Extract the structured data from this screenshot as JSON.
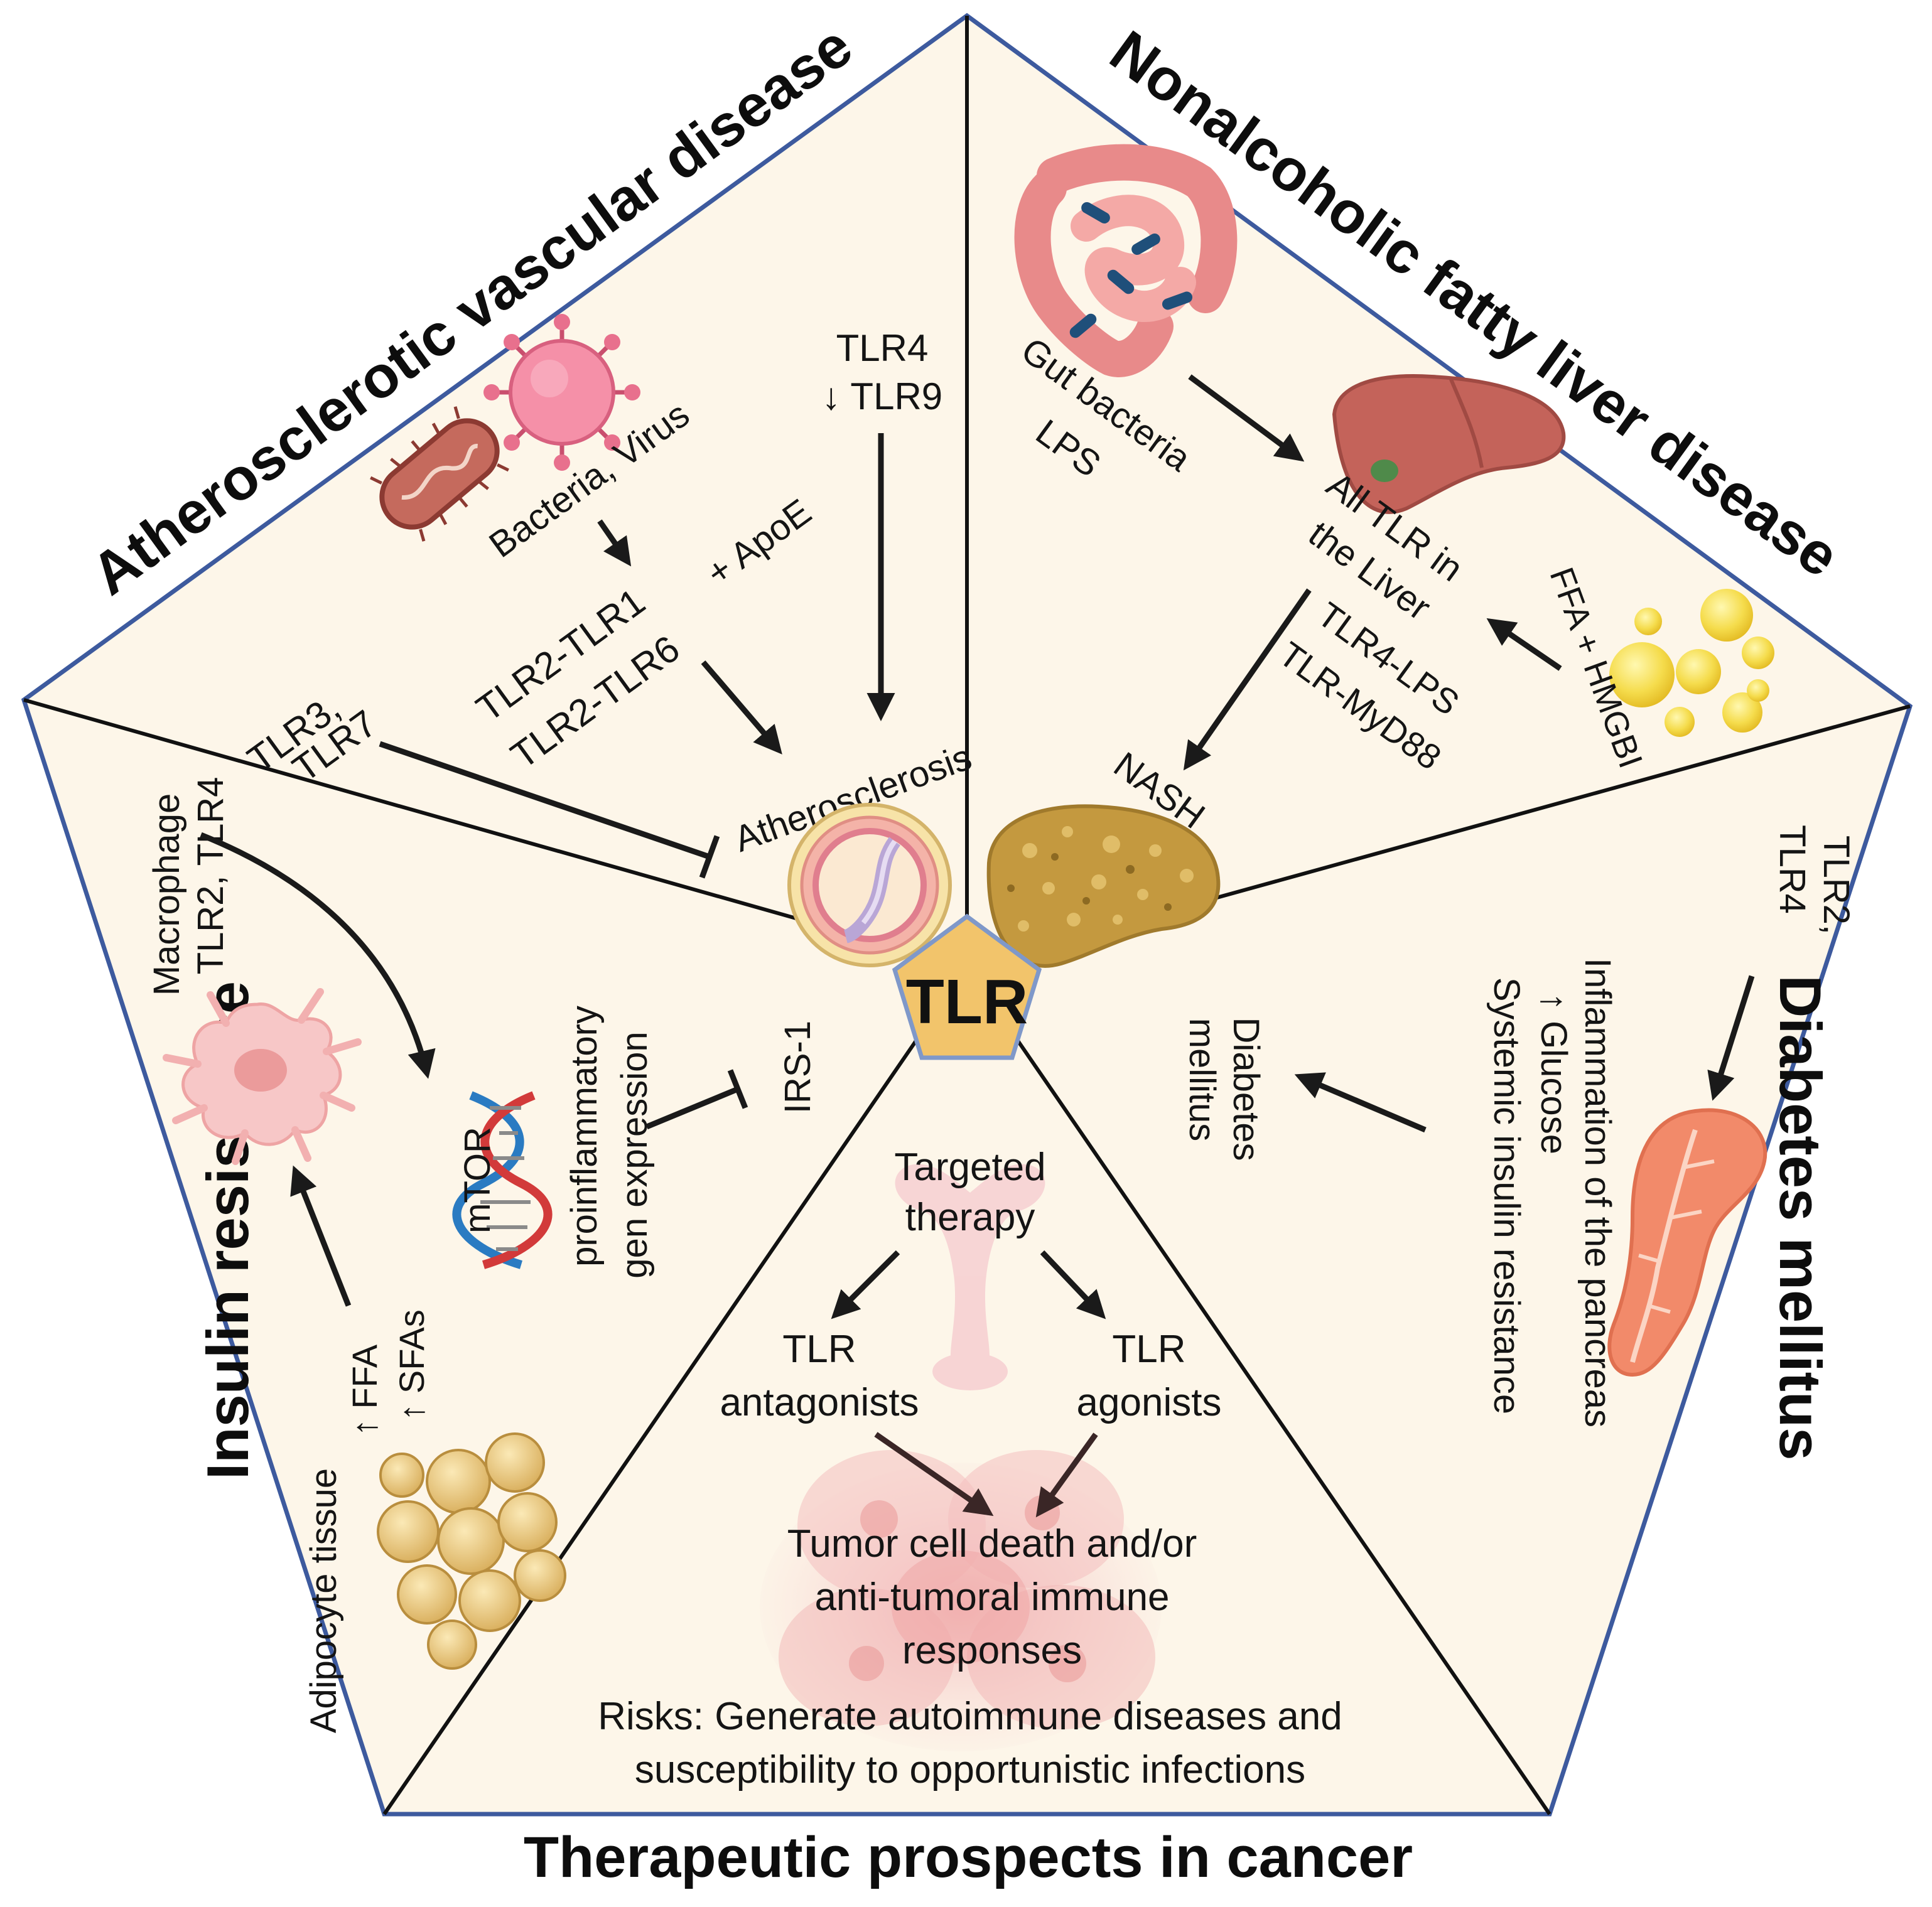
{
  "center": {
    "label": "TLR"
  },
  "sections": {
    "atherosclerotic": {
      "title": "Atherosclerotic vascular disease",
      "bacteria_virus": "Bacteria, Virus",
      "tlr4": "TLR4",
      "tlr9": "↓ TLR9",
      "tlr2_tlr1": "TLR2-TLR1",
      "tlr2_tlr6": "TLR2-TLR6",
      "apoe": "+ ApoE",
      "tlr3": "TLR3,",
      "tlr7": "TLR7",
      "atherosclerosis": "Atherosclerosis"
    },
    "nafld": {
      "title": "Nonalcoholic fatty liver disease",
      "gut_bacteria": "Gut bacteria",
      "lps": "LPS",
      "all_tlr_1": "All TLR in",
      "all_tlr_2": "the Liver",
      "ffa_hmgbi": "FFA + HMGBI",
      "tlr4_lps": "TLR4-LPS",
      "tlr_myd88": "TLR-MyD88",
      "nash": "NASH"
    },
    "diabetes": {
      "title": "Diabetes mellitus",
      "tlr2": "TLR2,",
      "tlr4": "TLR4",
      "inflammation": "Inflammation of the pancreas",
      "glucose": "↑ Glucose",
      "systemic": "Systemic insulin resistance",
      "dm_1": "Diabetes",
      "dm_2": "mellitus"
    },
    "cancer": {
      "title": "Therapeutic prospects in cancer",
      "targeted_1": "Targeted",
      "targeted_2": "therapy",
      "antagonists_1": "TLR",
      "antagonists_2": "antagonists",
      "agonists_1": "TLR",
      "agonists_2": "agonists",
      "tumor_1": "Tumor cell death and/or",
      "tumor_2": "anti-tumoral immune",
      "tumor_3": "responses",
      "risks_1": "Risks: Generate autoimmune diseases and",
      "risks_2": "susceptibility to opportunistic infections"
    },
    "insulin": {
      "title": "Insulin resistance",
      "macrophage": "Macrophage",
      "tlr2_tlr4": "TLR2, TLR4",
      "mtor": "mTOR",
      "proinflammatory": "proinflammatory",
      "gen_expression": "gen expression",
      "irs1": "IRS-1",
      "ffa": "↑ FFA",
      "sfas": "↑ SFAs",
      "adipocyte": "Adipocyte  tissue"
    }
  },
  "colors": {
    "panel": "#fdf6e9",
    "border": "#3d5a9e",
    "center_fill": "#f2c46b",
    "center_stroke": "#7f98c9"
  }
}
